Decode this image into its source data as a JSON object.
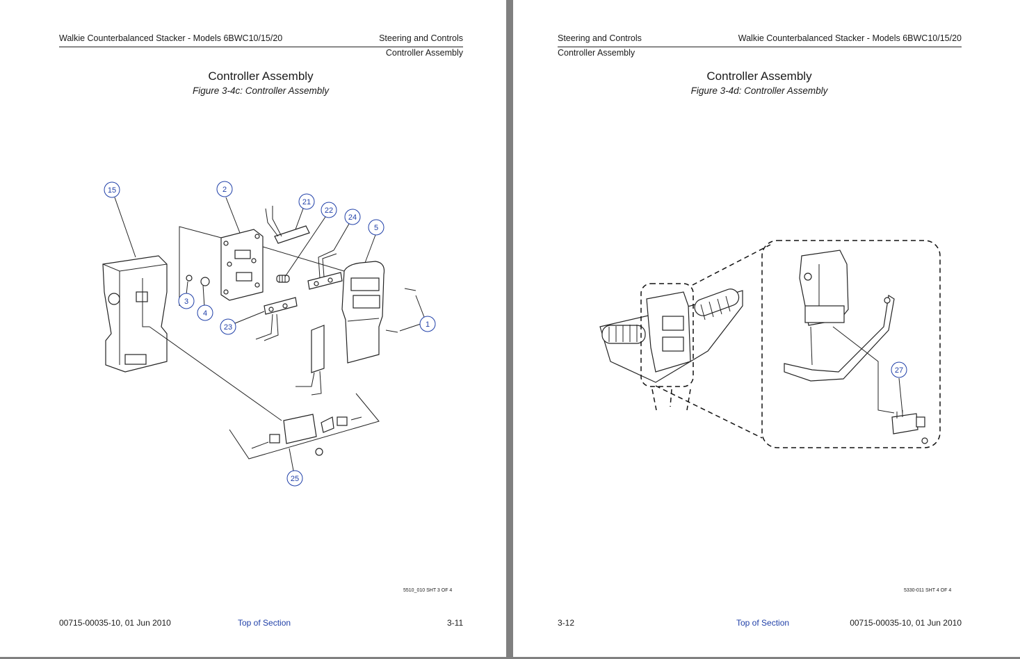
{
  "left_page": {
    "header_left": "Walkie Counterbalanced Stacker - Models 6BWC10/15/20",
    "header_right": "Steering and Controls",
    "subheader": "Controller Assembly",
    "title": "Controller Assembly",
    "figure_caption": "Figure 3-4c:  Controller Assembly",
    "drawing_number": "5510_010 SHT 3 OF 4",
    "footer_doc": "00715-00035-10, 01 Jun 2010",
    "footer_link": "Top of Section",
    "page_number": "3-11",
    "callouts": [
      "15",
      "2",
      "21",
      "22",
      "24",
      "5",
      "3",
      "4",
      "23",
      "1",
      "25"
    ]
  },
  "right_page": {
    "header_left": "Steering and Controls",
    "header_right": "Walkie Counterbalanced Stacker - Models 6BWC10/15/20",
    "subheader": "Controller Assembly",
    "title": "Controller Assembly",
    "figure_caption": "Figure 3-4d:  Controller Assembly",
    "drawing_number": "5330-011 SHT 4 OF 4",
    "footer_doc": "00715-00035-10, 01 Jun 2010",
    "footer_link": "Top of Section",
    "page_number": "3-12",
    "callouts": [
      "27"
    ]
  }
}
